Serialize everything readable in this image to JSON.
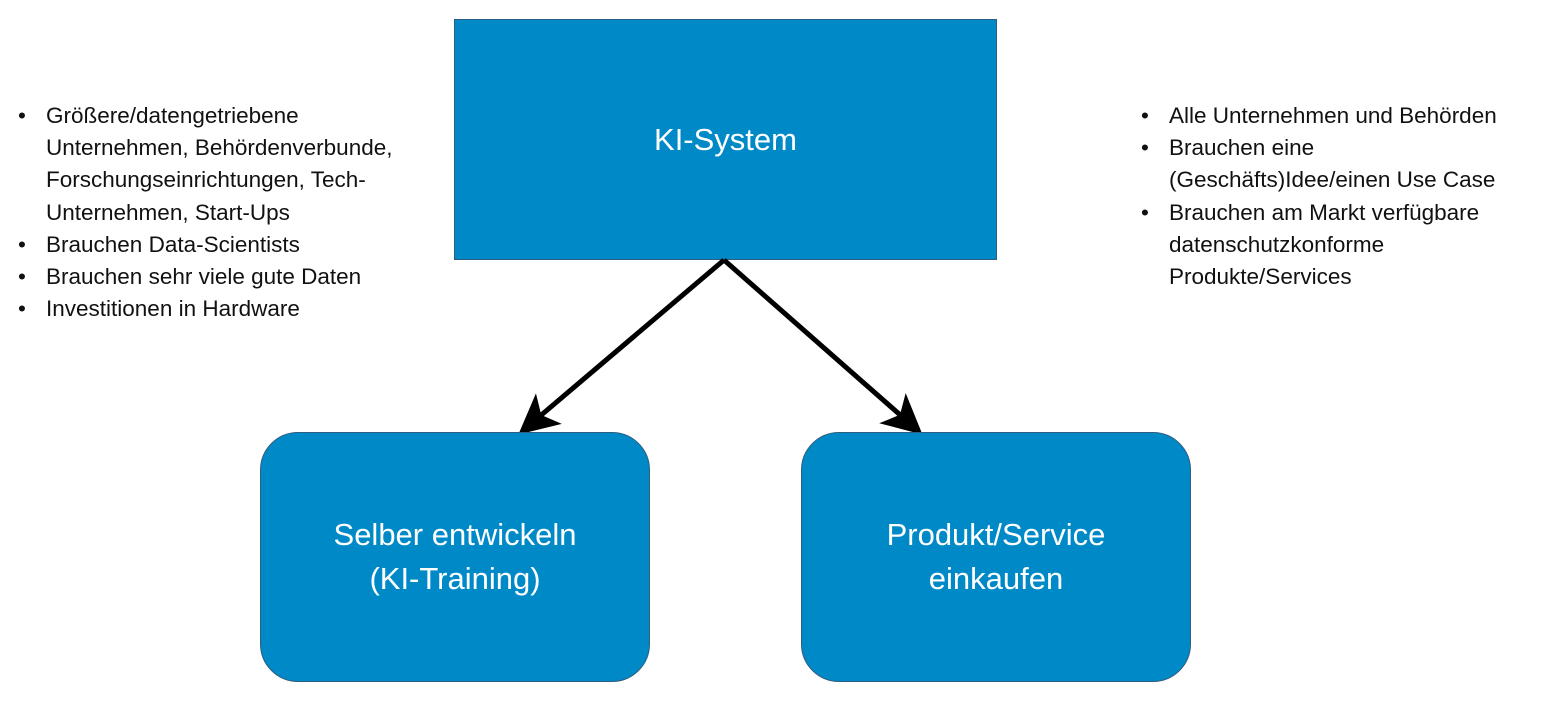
{
  "diagram": {
    "root": {
      "label": "KI-System"
    },
    "children": [
      {
        "label": "Selber entwickeln\n(KI-Training)"
      },
      {
        "label": "Produkt/Service\neinkaufen"
      }
    ],
    "left_notes": [
      "Größere/datengetriebene Unternehmen, Behördenverbunde, Forschungseinrichtungen, Tech-Unternehmen, Start-Ups",
      "Brauchen Data-Scientists",
      "Brauchen sehr viele gute Daten",
      "Investitionen in Hardware"
    ],
    "right_notes": [
      "Alle Unternehmen und Behörden",
      "Brauchen eine (Geschäfts)Idee/einen Use Case",
      "Brauchen am Markt verfügbare datenschutzkonforme Produkte/Services"
    ],
    "colors": {
      "box_fill": "#0089c7",
      "box_border": "#2f5d80",
      "arrow": "#000000"
    }
  }
}
